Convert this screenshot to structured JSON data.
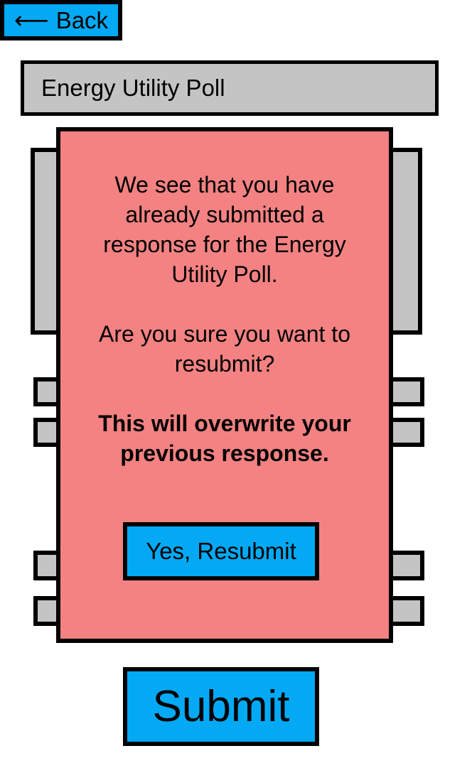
{
  "header": {
    "back_arrow": "⟵",
    "back_label": "Back",
    "title": "Energy Utility Poll"
  },
  "dialog": {
    "message_lines": [
      "We see that you have",
      "already submitted a",
      "response for the Energy",
      "Utility Poll."
    ],
    "question_lines": [
      "Are you sure you want to",
      "resubmit?"
    ],
    "warning_lines": [
      "This will overwrite your",
      "previous response."
    ],
    "confirm_label": "Yes, Resubmit"
  },
  "footer": {
    "submit_label": "Submit"
  },
  "colors": {
    "accent": "#03a9f4",
    "dialog_background": "#f48282",
    "placeholder_gray": "#c4c4c4"
  }
}
